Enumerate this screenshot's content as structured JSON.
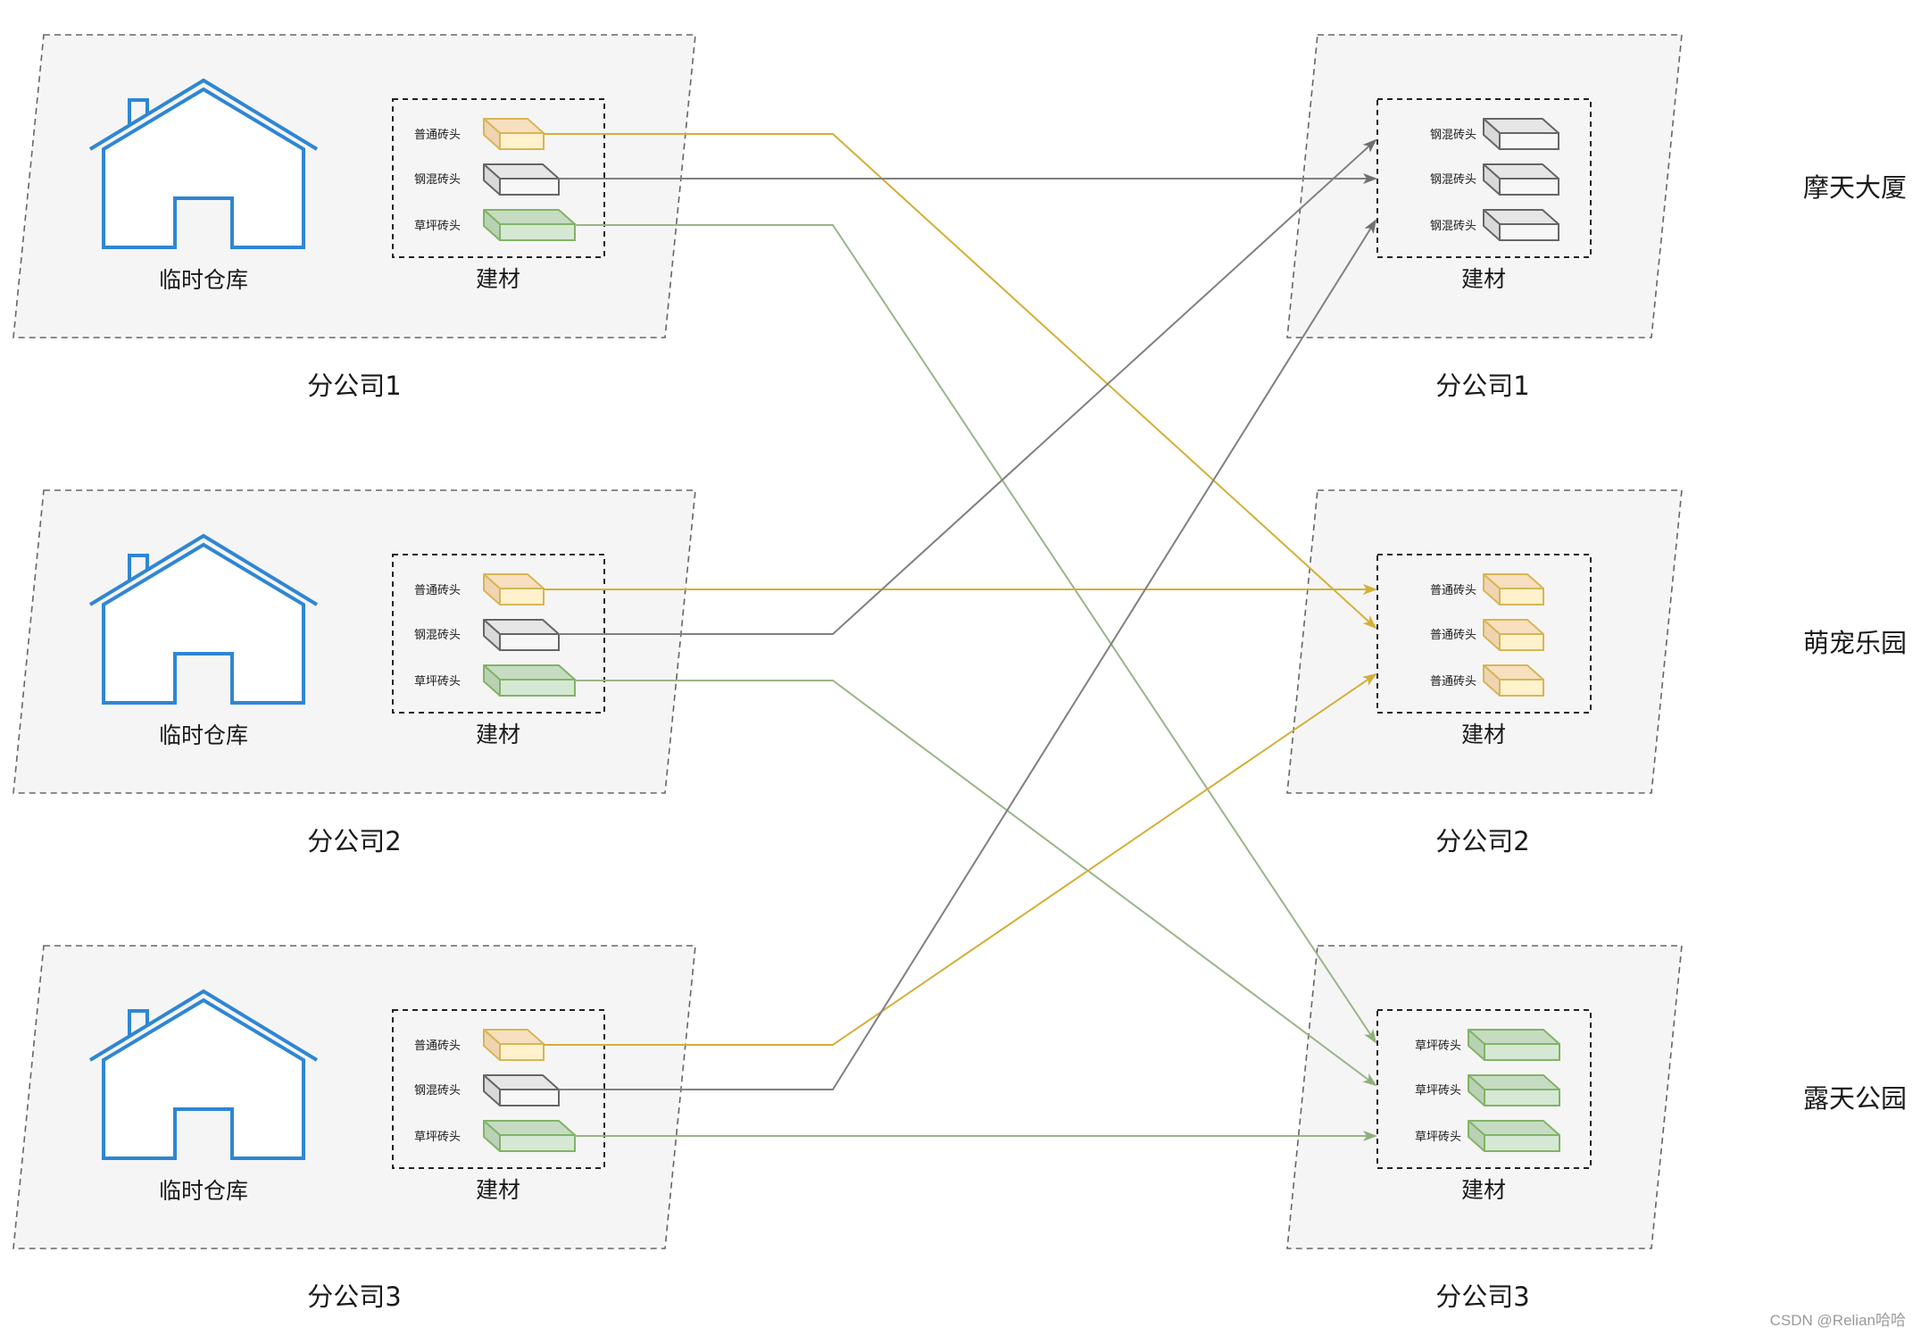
{
  "diagram": {
    "source_title": "",
    "left_branches": [
      {
        "id": "src1",
        "branch_label": "分公司1",
        "warehouse_label": "临时仓库",
        "materials_label": "建材",
        "materials": [
          {
            "label": "普通砖头",
            "kind": "ordinary"
          },
          {
            "label": "钢混砖头",
            "kind": "concrete"
          },
          {
            "label": "草坪砖头",
            "kind": "lawn"
          }
        ]
      },
      {
        "id": "src2",
        "branch_label": "分公司2",
        "warehouse_label": "临时仓库",
        "materials_label": "建材",
        "materials": [
          {
            "label": "普通砖头",
            "kind": "ordinary"
          },
          {
            "label": "钢混砖头",
            "kind": "concrete"
          },
          {
            "label": "草坪砖头",
            "kind": "lawn"
          }
        ]
      },
      {
        "id": "src3",
        "branch_label": "分公司3",
        "warehouse_label": "临时仓库",
        "materials_label": "建材",
        "materials": [
          {
            "label": "普通砖头",
            "kind": "ordinary"
          },
          {
            "label": "钢混砖头",
            "kind": "concrete"
          },
          {
            "label": "草坪砖头",
            "kind": "lawn"
          }
        ]
      }
    ],
    "right_branches": [
      {
        "id": "dst1",
        "branch_label": "分公司1",
        "project_label": "摩天大厦",
        "materials_label": "建材",
        "materials": [
          {
            "label": "钢混砖头",
            "kind": "concrete"
          },
          {
            "label": "钢混砖头",
            "kind": "concrete"
          },
          {
            "label": "钢混砖头",
            "kind": "concrete"
          }
        ]
      },
      {
        "id": "dst2",
        "branch_label": "分公司2",
        "project_label": "萌宠乐园",
        "materials_label": "建材",
        "materials": [
          {
            "label": "普通砖头",
            "kind": "ordinary"
          },
          {
            "label": "普通砖头",
            "kind": "ordinary"
          },
          {
            "label": "普通砖头",
            "kind": "ordinary"
          }
        ]
      },
      {
        "id": "dst3",
        "branch_label": "分公司3",
        "project_label": "露天公园",
        "materials_label": "建材",
        "materials": [
          {
            "label": "草坪砖头",
            "kind": "lawn"
          },
          {
            "label": "草坪砖头",
            "kind": "lawn"
          },
          {
            "label": "草坪砖头",
            "kind": "lawn"
          }
        ]
      }
    ],
    "connections": [
      {
        "from": [
          0,
          0
        ],
        "to": [
          1,
          1
        ],
        "kind": "ordinary"
      },
      {
        "from": [
          0,
          1
        ],
        "to": [
          0,
          1
        ],
        "kind": "concrete"
      },
      {
        "from": [
          0,
          2
        ],
        "to": [
          2,
          0
        ],
        "kind": "lawn"
      },
      {
        "from": [
          1,
          0
        ],
        "to": [
          1,
          0
        ],
        "kind": "ordinary"
      },
      {
        "from": [
          1,
          1
        ],
        "to": [
          0,
          0
        ],
        "kind": "concrete"
      },
      {
        "from": [
          1,
          2
        ],
        "to": [
          2,
          1
        ],
        "kind": "lawn"
      },
      {
        "from": [
          2,
          0
        ],
        "to": [
          1,
          2
        ],
        "kind": "ordinary"
      },
      {
        "from": [
          2,
          1
        ],
        "to": [
          0,
          2
        ],
        "kind": "concrete"
      },
      {
        "from": [
          2,
          2
        ],
        "to": [
          2,
          2
        ],
        "kind": "lawn"
      }
    ],
    "material_styles": {
      "ordinary": {
        "stroke": "#d6b656",
        "front": "#fff2cc",
        "top": "#f7dfbf",
        "side": "#f0d3b0",
        "line": "#d4af37"
      },
      "concrete": {
        "stroke": "#666666",
        "front": "#f7f7f7",
        "top": "#e6e6e6",
        "side": "#d9d9d9",
        "line": "#808080"
      },
      "lawn": {
        "stroke": "#82b366",
        "front": "#d5e8d4",
        "top": "#c6dcc2",
        "side": "#b9d1b4",
        "line": "#9ab587"
      }
    },
    "colors": {
      "house": "#2f86d3",
      "panel_fill": "#f5f5f5",
      "panel_border": "#666666",
      "box_border": "#222222"
    }
  },
  "watermark": "CSDN @Relian哈哈"
}
